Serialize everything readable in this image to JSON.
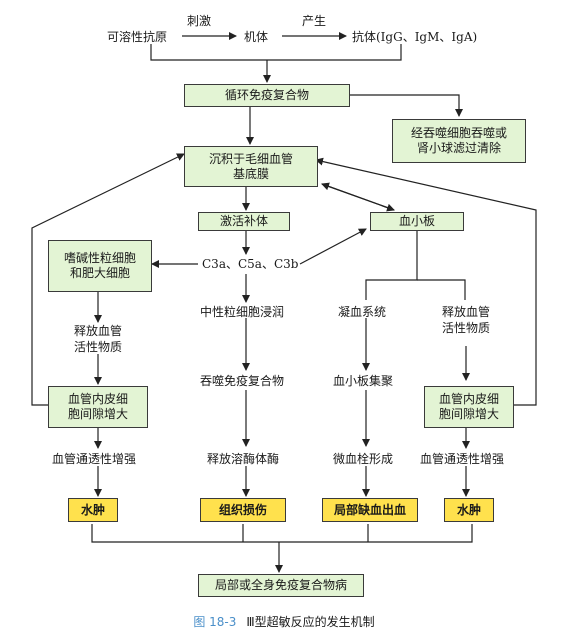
{
  "top_row": {
    "antigen": "可溶性抗原",
    "stimulate": "刺激",
    "body": "机体",
    "produce": "产生",
    "antibody": "抗体(IgG、IgM、IgA)"
  },
  "complex": "循环免疫复合物",
  "clearance": "经吞噬细胞吞噬或\n肾小球滤过清除",
  "deposit": "沉积于毛细血管\n基底膜",
  "complement": "激活补体",
  "platelet": "血小板",
  "c3a": "C3a、C5a、C3b",
  "basophil": "嗜碱性粒细胞\n和肥大细胞",
  "release_left": "释放血管\n活性物质",
  "gap_left": "血管内皮细\n胞间隙增大",
  "perm_left": "血管通透性增强",
  "edema_left": "水肿",
  "neutrophil": "中性粒细胞浸润",
  "phago": "吞噬免疫复合物",
  "lyso": "释放溶酶体酶",
  "tissue": "组织损伤",
  "coag": "凝血系统",
  "aggregate": "血小板集聚",
  "thrombus": "微血栓形成",
  "ischemia": "局部缺血出血",
  "release_right": "释放血管\n活性物质",
  "gap_right": "血管内皮细\n胞间隙增大",
  "perm_right": "血管通透性增强",
  "edema_right": "水肿",
  "disease": "局部或全身免疫复合物病",
  "caption": {
    "figure": "图 18-3",
    "title": "Ⅲ型超敏反应的发生机制"
  },
  "colors": {
    "green_box": "#e3f4d4",
    "yellow_box": "#ffe14d",
    "caption_blue": "#4a8fc9"
  }
}
